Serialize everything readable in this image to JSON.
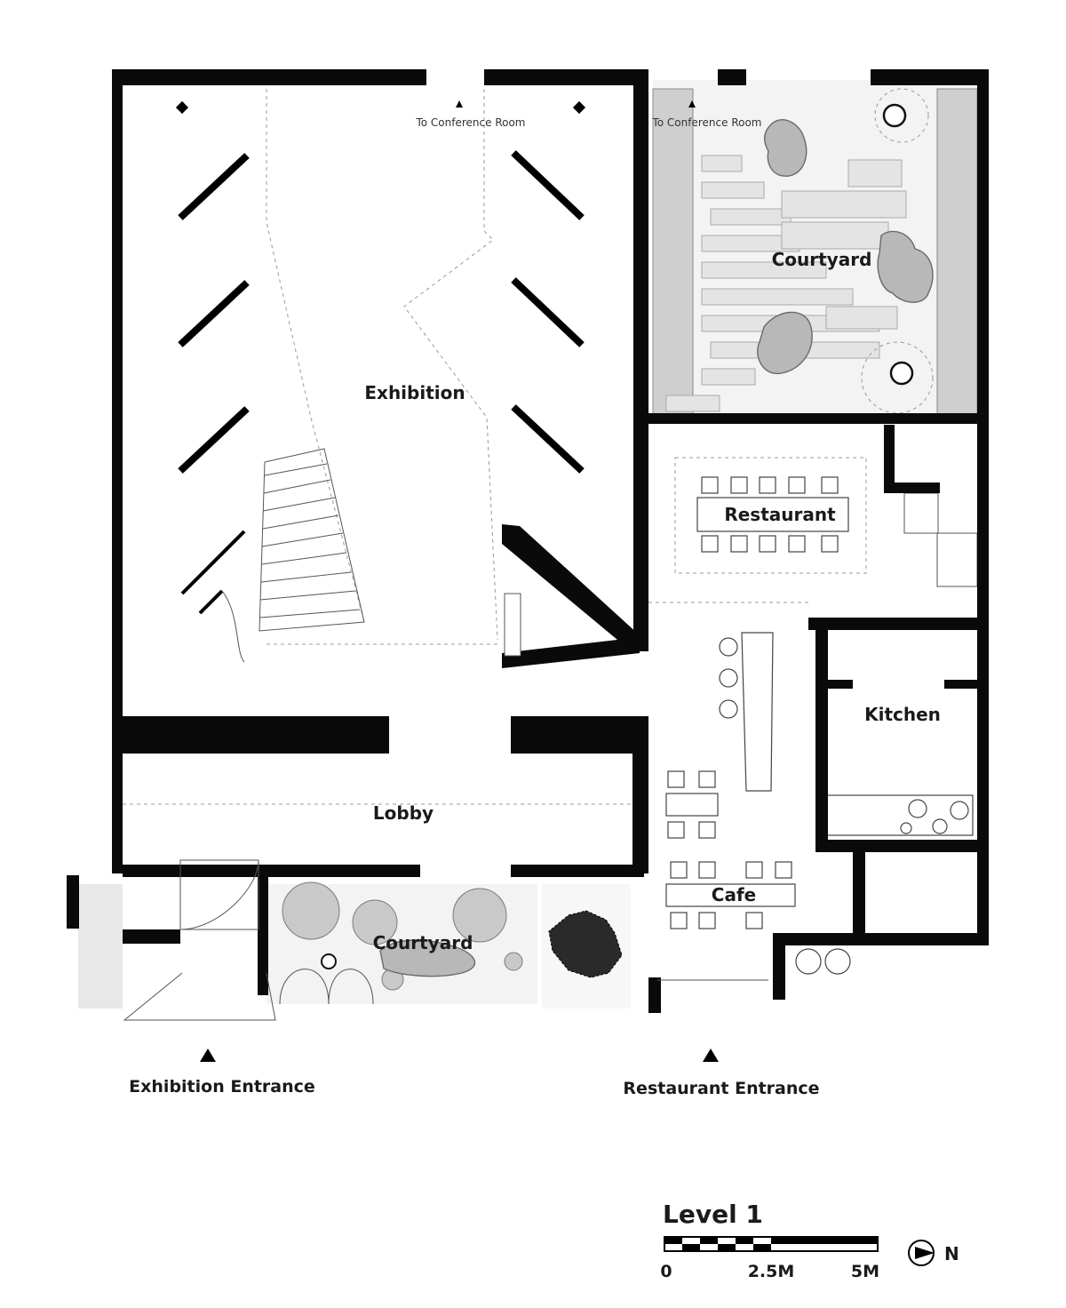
{
  "title": "Level 1",
  "north_label": "N",
  "rooms": {
    "exhibition": "Exhibition",
    "courtyard_north": "Courtyard",
    "restaurant": "Restaurant",
    "kitchen": "Kitchen",
    "lobby": "Lobby",
    "cafe": "Cafe",
    "courtyard_south": "Courtyard"
  },
  "annotations": {
    "conference_left": "To Conference Room",
    "conference_right": "To Conference Room"
  },
  "entrances": {
    "exhibition": "Exhibition Entrance",
    "restaurant": "Restaurant Entrance"
  },
  "scale_bar": {
    "tick_0": "0",
    "tick_mid": "2.5M",
    "tick_max": "5M"
  }
}
